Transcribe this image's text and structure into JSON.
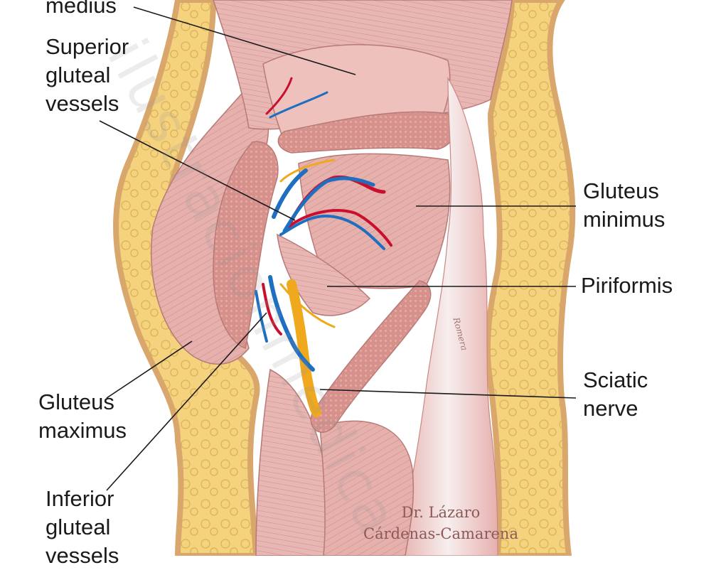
{
  "labels": {
    "gluteus_medius": "medius",
    "superior_gluteal_vessels": "Superior\ngluteal\nvessels",
    "gluteus_maximus": "Gluteus\nmaximus",
    "inferior_gluteal_vessels": "Inferior\ngluteal\nvessels",
    "gluteus_minimus": "Gluteus\nminimus",
    "piriformis": "Piriformis",
    "sciatic_nerve": "Sciatic\nnerve"
  },
  "credit": {
    "line1": "Dr. Lázaro",
    "line2": "Cárdenas-Camarena"
  },
  "signature": "Romera",
  "watermark": "ilustracionmedica",
  "colors": {
    "fat": "#f4d27e",
    "skin": "#d9a66c",
    "muscle": "#e6b0ad",
    "muscle_dark": "#c98985",
    "tendon": "#f6ecec",
    "artery": "#c8102e",
    "vein": "#1f6fc1",
    "nerve": "#f0a81c"
  }
}
